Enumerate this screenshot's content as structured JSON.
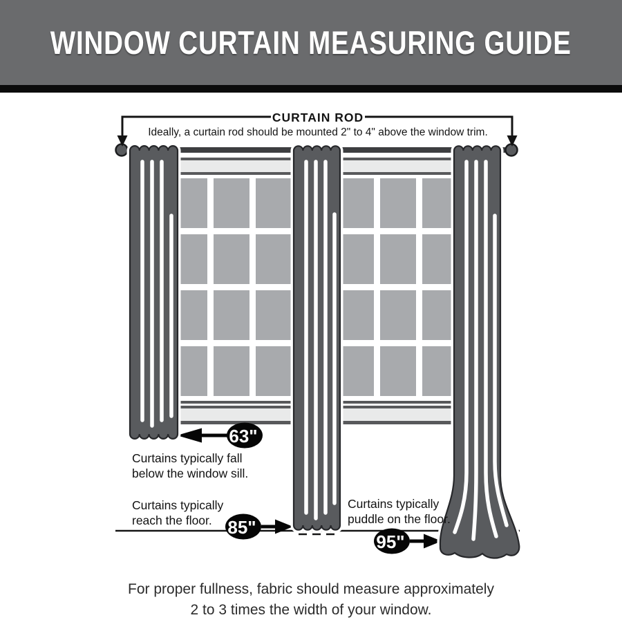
{
  "header": {
    "title": "WINDOW CURTAIN MEASURING GUIDE"
  },
  "rod_annotation": {
    "label": "CURTAIN ROD",
    "description": "Ideally, a curtain rod should be mounted 2\" to 4\" above the window trim."
  },
  "measurements": {
    "below_sill": {
      "value": "63\"",
      "caption_line1": "Curtains typically fall",
      "caption_line2": "below the window sill.",
      "arrow": "left"
    },
    "reach_floor": {
      "value": "85\"",
      "caption_line1": "Curtains typically",
      "caption_line2": "reach the floor.",
      "arrow": "right"
    },
    "puddle_floor": {
      "value": "95\"",
      "caption_line1": "Curtains typically",
      "caption_line2": "puddle on the floor.",
      "arrow": "right"
    }
  },
  "footer_note": {
    "line1": "For proper fullness, fabric should measure approximately",
    "line2": "2 to 3 times the width of your window."
  },
  "colors": {
    "header_bg": "#6a6b6d",
    "header_text": "#ffffff",
    "header_bar": "#0b0b0b",
    "curtain": "#595b5e",
    "curtain_outline": "#26272a",
    "window_pane": "#a8aaad",
    "window_trim_light": "#e9eaea",
    "window_trim_dark": "#58595b",
    "ink": "#141414",
    "badge_bg": "#060606",
    "badge_text": "#ffffff"
  }
}
